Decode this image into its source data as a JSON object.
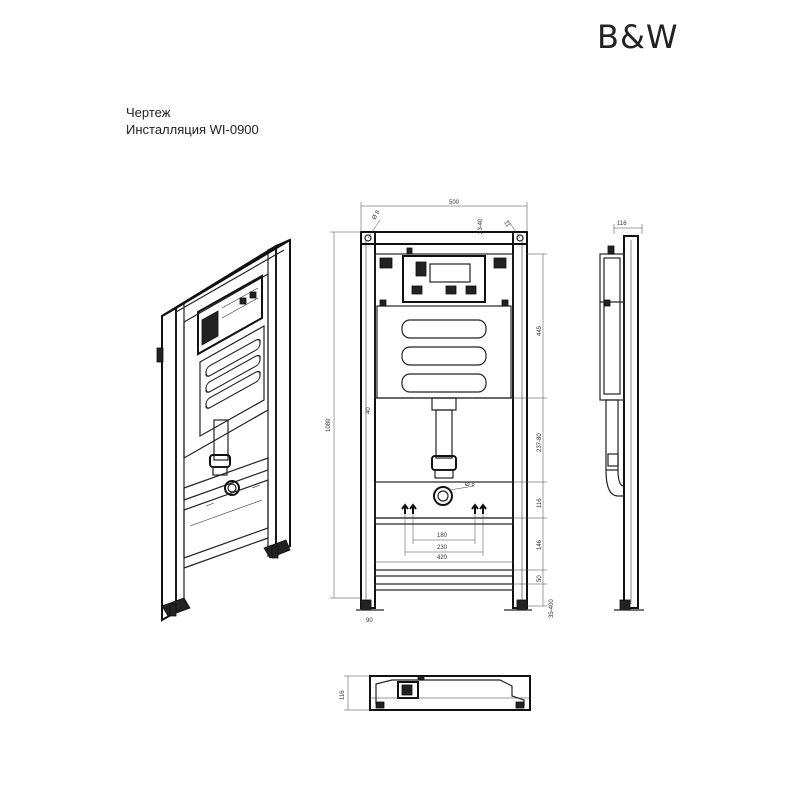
{
  "brand": {
    "logo_text": "B&W"
  },
  "title": {
    "line1": "Чертеж",
    "line2": "Инсталляция WI-0900"
  },
  "dimensions": {
    "width_top": "500",
    "depth_side": "116",
    "height_total": "1080",
    "section_445": "445",
    "section_237": "237-80",
    "section_116": "116",
    "section_146": "146",
    "section_50": "50",
    "foot_adjust": "35-400",
    "span_180": "180",
    "span_230": "230",
    "span_420": "420",
    "pipe_d": "Ø 8",
    "left_40": "40",
    "foot_90": "90",
    "corner_left": "Ø 8",
    "corner_right": "11",
    "top_offset": "23-40",
    "depth_bottom": "116"
  }
}
